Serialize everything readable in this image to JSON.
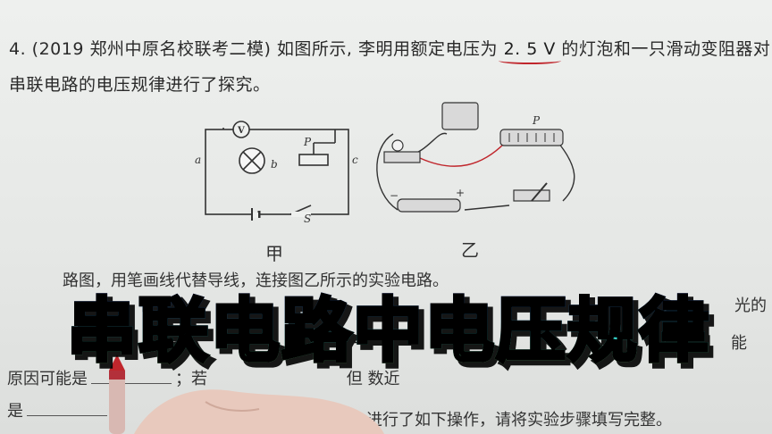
{
  "question": {
    "line1_prefix": "4. (2019 郑州中原名校联考二模) 如图所示, 李明用额定电压为",
    "voltage": "2. 5  V",
    "line1_suffix": "的灯泡和一只滑动变阻器对",
    "line2": "串联电路的电压规律进行了探究。"
  },
  "figure_jia": {
    "caption": "甲",
    "label_a": "a",
    "label_b": "b",
    "label_c": "c",
    "label_p": "P",
    "label_s": "S",
    "label_v": "V"
  },
  "figure_yi": {
    "caption": "乙",
    "label_p": "P",
    "minus": "−",
    "plus": "+"
  },
  "lower_text": {
    "sub_question": "路图，用笔画线代替导线，连接图乙所示的实验电路。",
    "light_tail": "光的",
    "neng": "能",
    "reason_prefix": "原因可能是",
    "reason_mid": "；若",
    "reason_suffix": "但       数近",
    "shi": "是",
    "step_text": "进行了如下操作，请将实验步骤填写完整。"
  },
  "banner": {
    "title": "串联电路中电压规律"
  },
  "colors": {
    "red_wire": "#c0262c",
    "ink": "#2a2a2a"
  }
}
